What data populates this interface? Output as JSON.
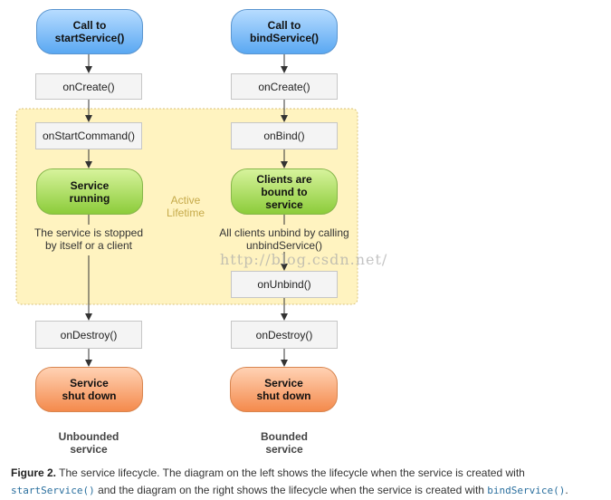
{
  "left": {
    "start": "Call to\nstartService()",
    "on_create": "onCreate()",
    "on_start_command": "onStartCommand()",
    "running": "Service\nrunning",
    "note": "The service is stopped\nby itself or a client",
    "on_destroy": "onDestroy()",
    "shutdown": "Service\nshut down",
    "label": "Unbounded\nservice"
  },
  "right": {
    "start": "Call to\nbindService()",
    "on_create": "onCreate()",
    "on_bind": "onBind()",
    "bound": "Clients are\nbound to\nservice",
    "note": "All clients unbind by calling\nunbindService()",
    "on_unbind": "onUnbind()",
    "on_destroy": "onDestroy()",
    "shutdown": "Service\nshut down",
    "label": "Bounded\nservice"
  },
  "active_lifetime": "Active\nLifetime",
  "watermark": "http://blog.csdn.net/",
  "caption": {
    "figure": "Figure 2.",
    "part1": "The service lifecycle. The diagram on the left shows the lifecycle when the service is created with",
    "code1": "startService()",
    "part2": "and the diagram on the right shows the lifecycle when the service is created with",
    "code2": "bindService()",
    "end": "."
  },
  "colors": {
    "start_pill": "#5aa8f2",
    "running_pill": "#8ccc3a",
    "shutdown_pill": "#f48a4c",
    "active_zone": "#fff3c0",
    "active_border": "#d9c27a"
  }
}
